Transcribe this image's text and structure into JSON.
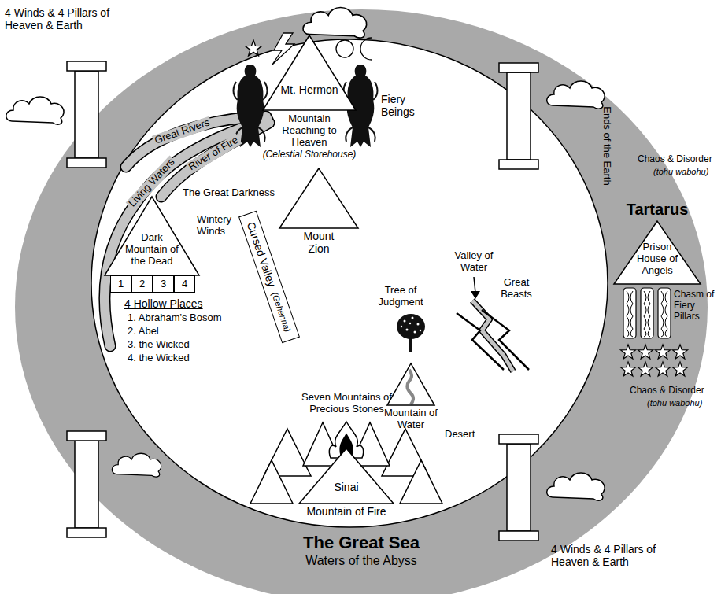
{
  "diagram": {
    "nodes": [
      {
        "text": [
          "Mt. Hermon",
          "Mountain Reaching to Heaven",
          "(Celestial Storehouse)"
        ]
      },
      {
        "text": [
          "Dark Mountain of the Dead"
        ]
      },
      {
        "text": [
          "1"
        ]
      },
      {
        "text": [
          "2"
        ]
      },
      {
        "text": [
          "3"
        ]
      },
      {
        "text": [
          "4"
        ]
      },
      {
        "text": [
          "Cursed Valley",
          "(Gehenna)"
        ]
      },
      {
        "text": [
          "Mount Zion"
        ]
      },
      {
        "text": [
          "Mountain of Water"
        ]
      },
      {
        "text": [
          "Sinai",
          "Mountain of Fire"
        ]
      },
      {
        "text": [
          "Tartarus",
          "Prison House of Angels"
        ]
      }
    ],
    "labels": [
      "4 Winds & 4 Pillars of Heaven & Earth",
      "Fiery Beings",
      "Great Rivers",
      "Living Waters",
      "River of Fire",
      "The Great Darkness",
      "Wintery Winds",
      "4 Hollow Places",
      "1. Abraham's Bosom",
      "2. Abel",
      "3. the Wicked",
      "4. the Wicked",
      "Chaos & Disorder",
      "(tohu wabohu)",
      "Valley of Water",
      "Ends of the Earth",
      "Tree of Judgment",
      "Great Beasts",
      "Chasm of Fiery Pillars",
      "Chaos & Disorder",
      "(tohu wabohu)",
      "Desert",
      "Seven Mountains of Precious Stones",
      "The Great Sea",
      "Waters of the Abyss",
      "4 Winds & 4 Pillars of Heaven & Earth"
    ]
  }
}
